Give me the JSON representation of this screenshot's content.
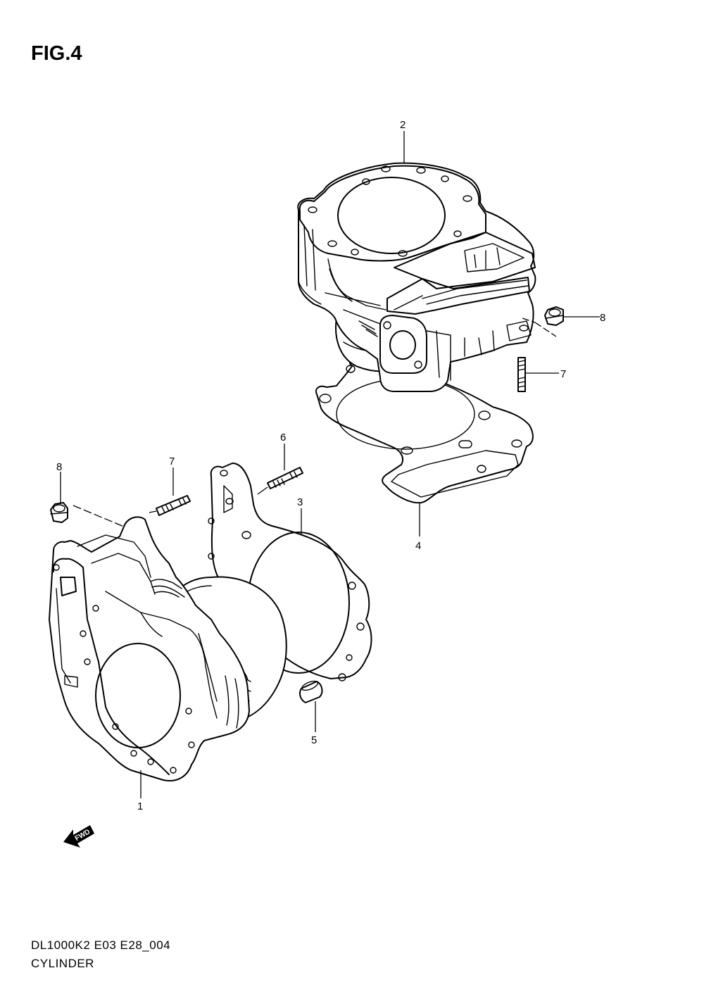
{
  "figure": {
    "title": "FIG.4",
    "model_code": "DL1000K2 E03 E28_004",
    "section_name": "CYLINDER"
  },
  "callouts": {
    "c1": "1",
    "c2": "2",
    "c3": "3",
    "c4": "4",
    "c5": "5",
    "c6": "6",
    "c7a": "7",
    "c7b": "7",
    "c8a": "8",
    "c8b": "8"
  },
  "fwd_label": "FWD"
}
